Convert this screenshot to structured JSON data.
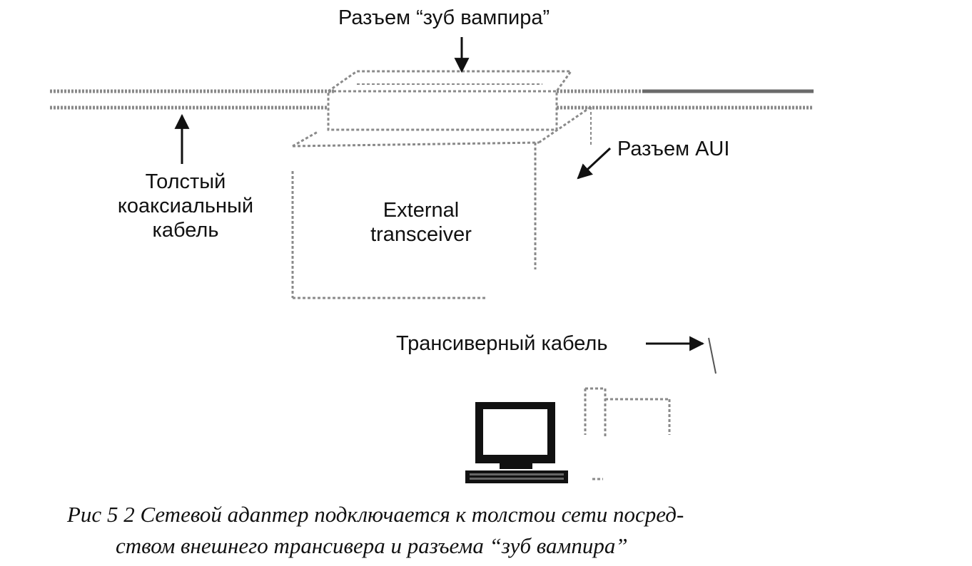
{
  "labels": {
    "vampire_connector": "Разъем “зуб вампира”",
    "aui_connector": "Разъем AUI",
    "thick_coax_line1": "Толстый",
    "thick_coax_line2": "коаксиальный",
    "thick_coax_line3": "кабель",
    "transceiver_line1": "External",
    "transceiver_line2": "transceiver",
    "transceiver_cable": "Трансиверный кабель"
  },
  "caption": {
    "line1": "Рис  5 2  Сетевой адаптер подключается к толстои сети посред-",
    "line2": "ством внешнего трансивера и разъема  “зуб вампира”"
  },
  "icons": [
    "computer-monitor-icon",
    "keyboard-icon",
    "system-unit-icon"
  ]
}
